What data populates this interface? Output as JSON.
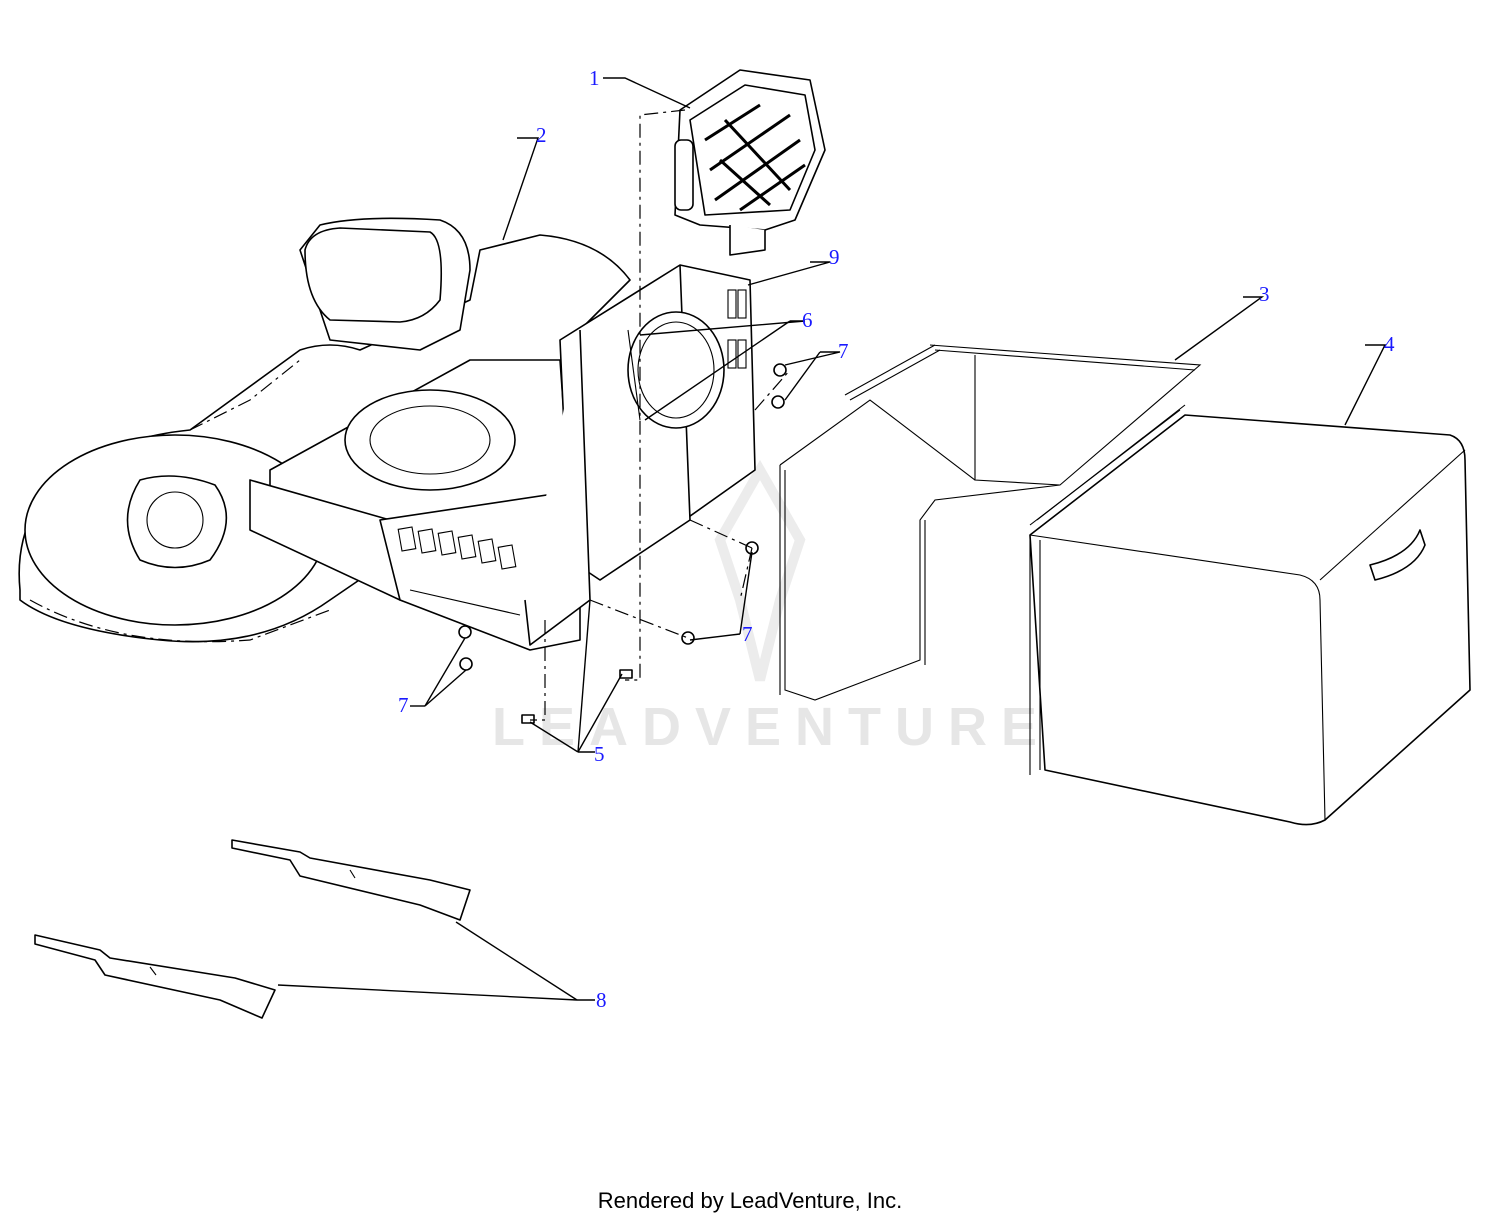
{
  "diagram": {
    "callouts": {
      "c1": "1",
      "c2": "2",
      "c3": "3",
      "c4": "4",
      "c5": "5",
      "c6": "6",
      "c7a": "7",
      "c7b": "7",
      "c7c": "7",
      "c8": "8",
      "c9": "9"
    },
    "watermark": "LEADVENTURE",
    "footer": "Rendered by LeadVenture, Inc."
  },
  "colors": {
    "callout": "#1a1aff",
    "line": "#000000",
    "watermark": "#e6e6e6"
  }
}
